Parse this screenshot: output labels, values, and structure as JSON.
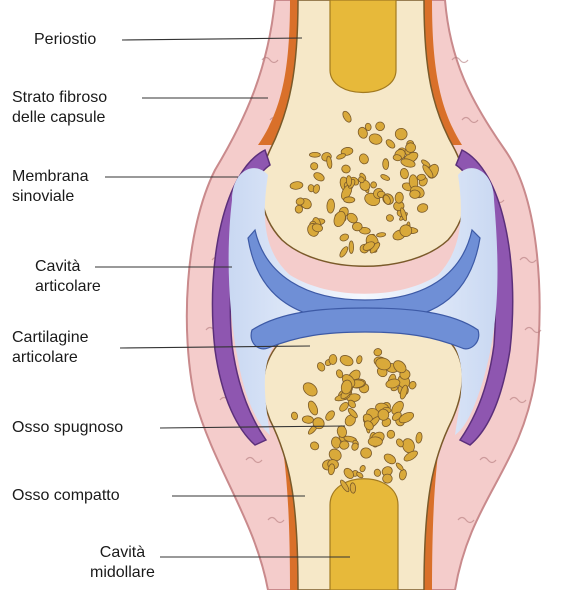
{
  "labels": {
    "periostio": [
      "Periostio"
    ],
    "strato_fibroso": [
      "Strato fibroso",
      "delle capsule"
    ],
    "membrana_sinoviale": [
      "Membrana",
      "sinoviale"
    ],
    "cavita_articolare": [
      "Cavità",
      "articolare"
    ],
    "cartilagine_articolare": [
      "Cartilagine",
      "articolare"
    ],
    "osso_spugnoso": [
      "Osso spugnoso"
    ],
    "osso_compatto": [
      "Osso compatto"
    ],
    "cavita_midollare": [
      "Cavità",
      "midollare"
    ]
  },
  "colors": {
    "capsule": "#f2c6c6",
    "capsule_edge": "#c98a8c",
    "periosteum": "#d9702a",
    "bone": "#f6e8c8",
    "marrow": "#e7b93a",
    "trabeculae": "#d9a93a",
    "cartilage": "#6f8fd6",
    "synovial": "#8e56b0",
    "cavity": "#dfe9f8",
    "leader": "#333333"
  }
}
